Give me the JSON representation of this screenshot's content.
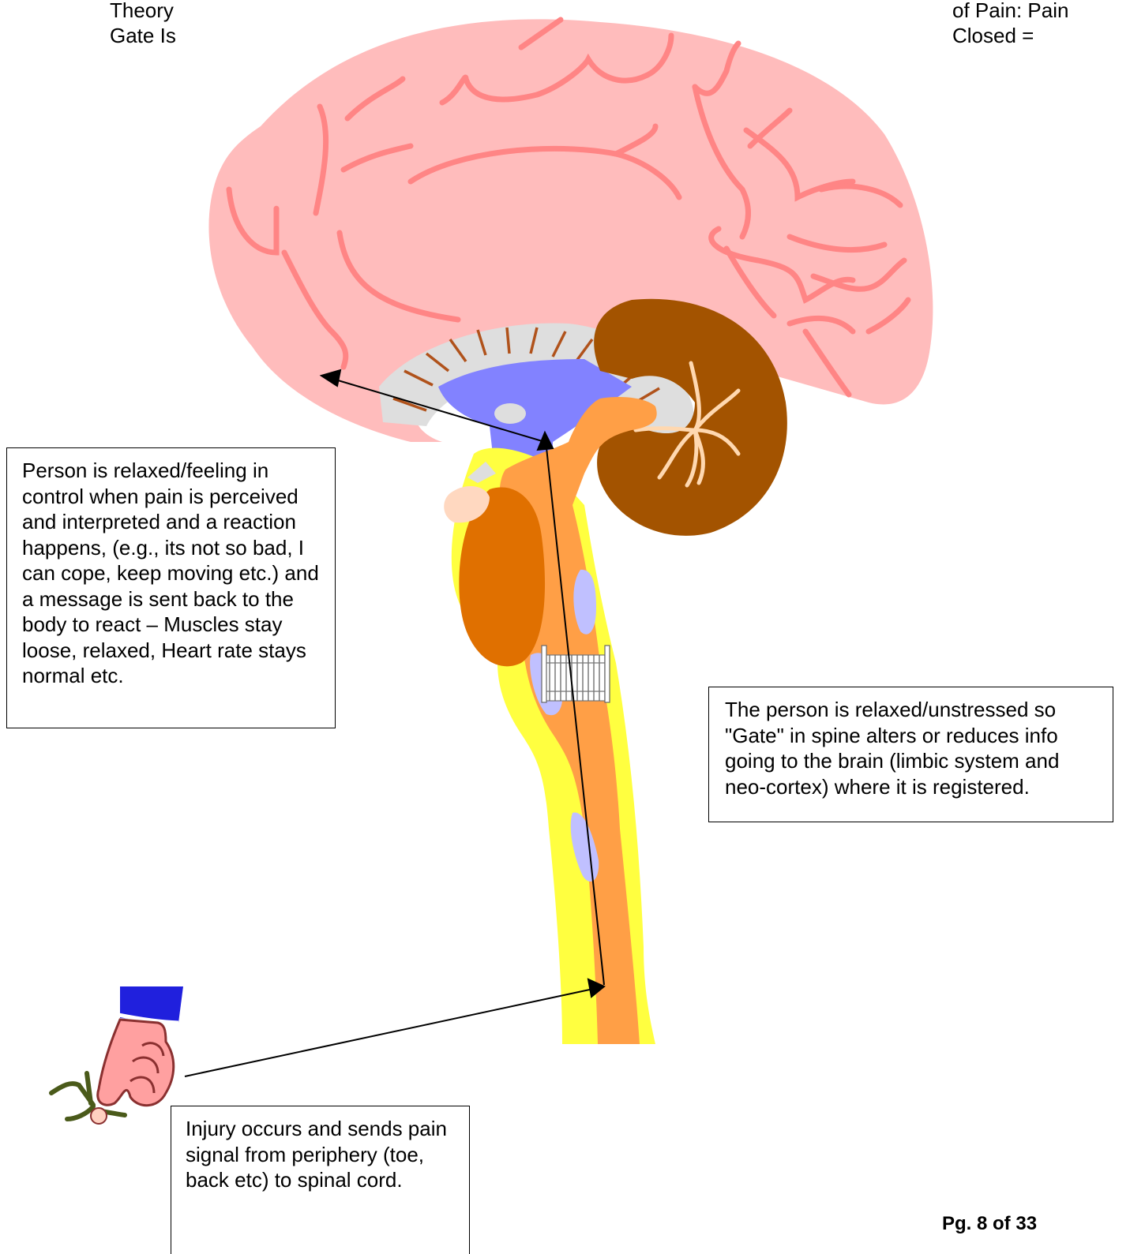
{
  "header": {
    "left_title": "Theory\nGate Is",
    "right_title": "of Pain: Pain\nClosed ="
  },
  "callouts": {
    "relaxed_reaction": "Person is relaxed/feeling in control when pain is perceived and interpreted and a reaction happens, (e.g., its not so bad, I can cope, keep moving etc.) and a message is sent back to the body to react – Muscles stay loose, relaxed, Heart rate stays normal etc.",
    "gate_reduces": "The person is relaxed/unstressed so \"Gate\" in spine alters or reduces info going to the brain (limbic system and neo-cortex) where it is registered.",
    "injury": "Injury occurs and sends pain signal from periphery (toe, back etc) to spinal cord."
  },
  "footer": {
    "page": "Pg. 8 of 33"
  },
  "colors": {
    "cerebrum": "#ffbcbc",
    "gyri": "#ff8585",
    "corpus_callosum": "#dedede",
    "thalamus": "#8282ff",
    "cerebellum": "#a35300",
    "brainstem": "#ff9f46",
    "midbrain": "#e07000",
    "meninges": "#ffff40",
    "nuclei": "#c0c0ff",
    "sleeve": "#2020dd",
    "hand": "#ffa0a0",
    "figure": "#4a5a1a"
  }
}
